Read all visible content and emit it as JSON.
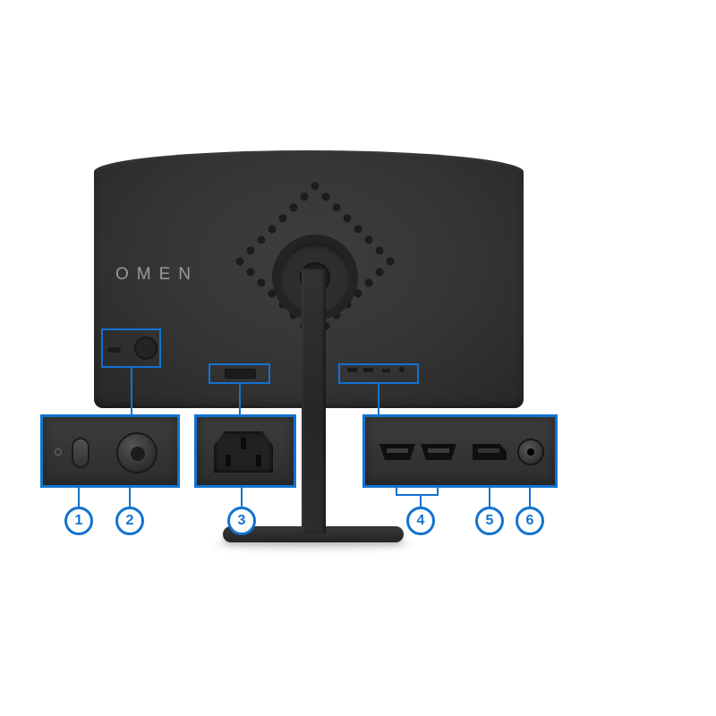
{
  "diagram": {
    "brand_logo": "OMEN",
    "description_colors": {
      "callout_blue": "#1273cf",
      "monitor_body": "#343434",
      "background": "#ffffff"
    },
    "callouts": [
      {
        "number": "1",
        "target": "power-button"
      },
      {
        "number": "2",
        "target": "osd-joystick"
      },
      {
        "number": "3",
        "target": "ac-power-connector"
      },
      {
        "number": "4",
        "target": "hdmi-ports"
      },
      {
        "number": "5",
        "target": "displayport"
      },
      {
        "number": "6",
        "target": "audio-out-jack"
      }
    ]
  }
}
